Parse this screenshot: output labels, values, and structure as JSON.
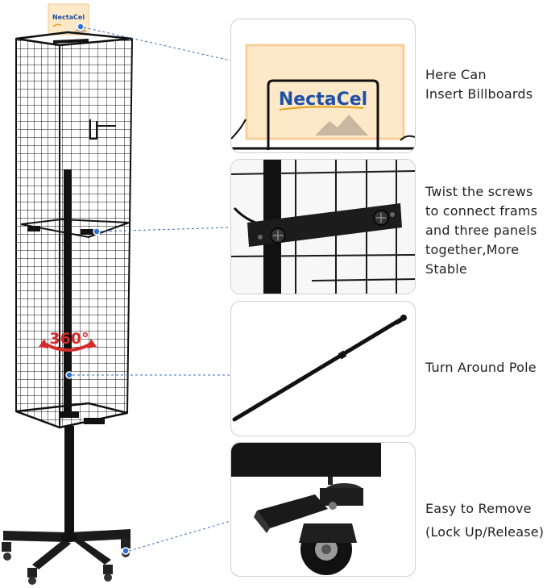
{
  "billboard": {
    "brand": "NectaCel"
  },
  "rotation_label": "360°",
  "features": [
    {
      "lines": [
        "Here Can",
        "Insert Billboards"
      ]
    },
    {
      "lines": [
        "Twist the screws",
        "to connect frams",
        "and three panels",
        "together,More",
        "Stable"
      ]
    },
    {
      "lines": [
        "Turn Around Pole"
      ]
    },
    {
      "lines": [
        "Easy to Remove",
        "(Lock Up/Release)"
      ]
    }
  ],
  "colors": {
    "billboard_fill": "#fde9c8",
    "billboard_border": "#f6cf9a",
    "brand_blue": "#1e4fa8",
    "brand_gold": "#e3a21a",
    "wire": "#111111",
    "accent_red": "#d62b2b",
    "leader_blue": "#3a6fb7"
  }
}
